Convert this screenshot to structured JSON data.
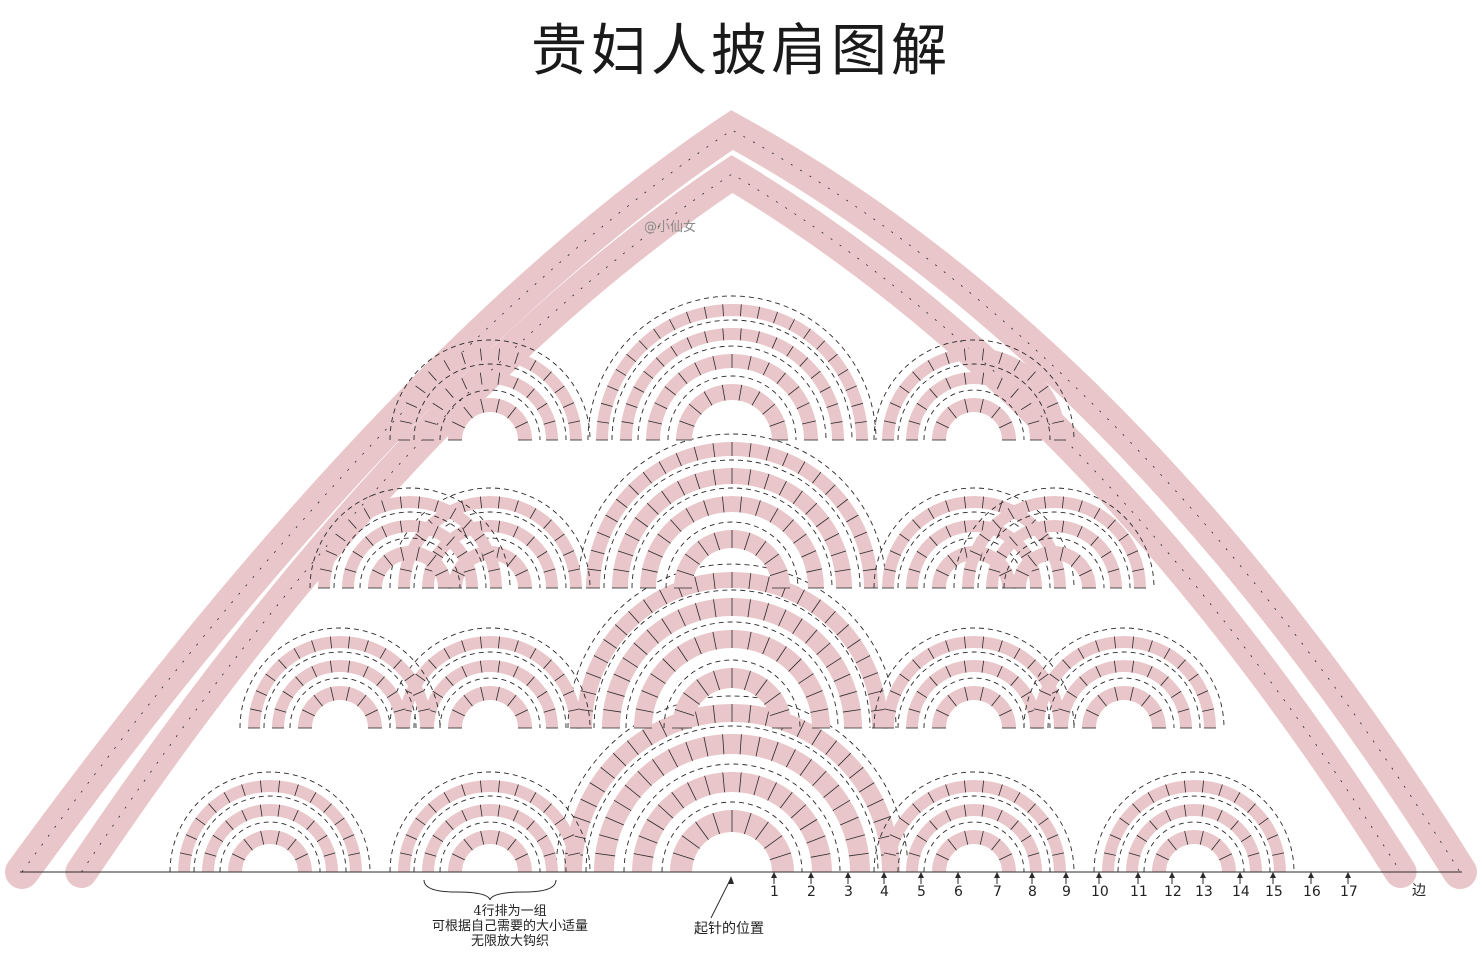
{
  "title": "贵妇人披肩图解",
  "watermark": "@小仙女",
  "row_numbers": [
    "1",
    "2",
    "3",
    "4",
    "5",
    "6",
    "7",
    "8",
    "9",
    "10",
    "11",
    "12",
    "13",
    "14",
    "15",
    "16",
    "17"
  ],
  "edge_label": "边",
  "repeat_note": [
    "4行排为一组",
    "可根据自己需要的大小适量",
    "无限放大钩织"
  ],
  "start_label": "起针的位置",
  "colors": {
    "pink_band": "#e9c6c9",
    "ink": "#2a2a2a",
    "background": "#ffffff"
  },
  "symbols": {
    "chain": "chain-loop",
    "double_crochet": "double-crochet",
    "single_crochet": "single-crochet-x"
  }
}
